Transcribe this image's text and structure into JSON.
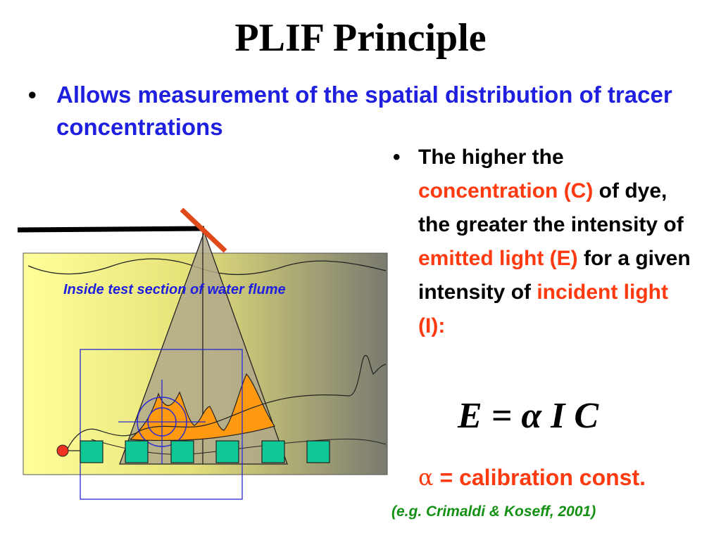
{
  "slide": {
    "title": "PLIF Principle",
    "bullet_main": "Allows measurement of the spatial distribution of tracer concentrations",
    "bullet_marker": "•",
    "bullet_side": {
      "p1": "The higher the ",
      "r1": "concentration (C)",
      "p2": " of dye, the greater the intensity of ",
      "r2": "emitted light (E)",
      "p3": " for a given intensity of ",
      "r3": "incident light (I):"
    },
    "equation": "E = α I C",
    "alpha_symbol": "α",
    "alpha_definition": " = calibration const.",
    "citation": "(e.g. Crimaldi & Koseff, 2001)"
  },
  "diagram": {
    "flume_label": "Inside test section of water flume",
    "colors": {
      "flume_left": "#ffff99",
      "flume_right": "#7a7a70",
      "laser_sheet": "#b0a88a",
      "mirror": "#e04a1a",
      "dye_plume": "#ff9a10",
      "probes": "#10c896",
      "target": "#2a2ad0",
      "source_dot": "#ee3322"
    }
  }
}
